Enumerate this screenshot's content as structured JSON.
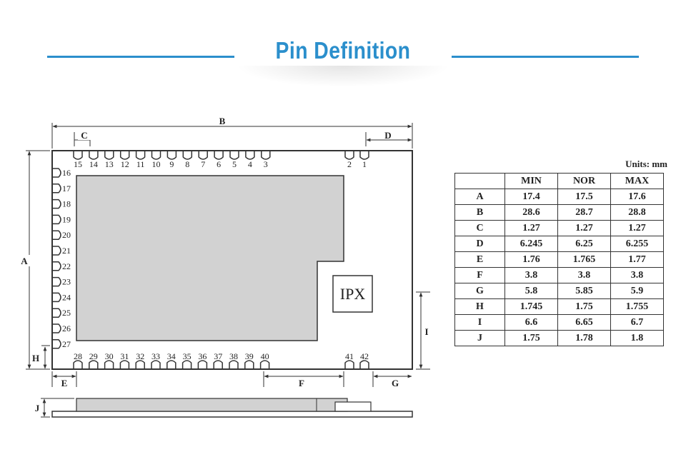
{
  "title": "Pin Definition",
  "units_label": "Units: mm",
  "dimension_labels": [
    "A",
    "B",
    "C",
    "D",
    "E",
    "F",
    "G",
    "H",
    "I",
    "J"
  ],
  "module_label": "IPX",
  "pins": {
    "top": [
      "15",
      "14",
      "13",
      "12",
      "11",
      "10",
      "9",
      "8",
      "7",
      "6",
      "5",
      "4",
      "3"
    ],
    "top_right": [
      "2",
      "1"
    ],
    "left": [
      "16",
      "17",
      "18",
      "19",
      "20",
      "21",
      "22",
      "23",
      "24",
      "25",
      "26",
      "27"
    ],
    "bottom": [
      "28",
      "29",
      "30",
      "31",
      "32",
      "33",
      "34",
      "35",
      "36",
      "37",
      "38",
      "39",
      "40"
    ],
    "bottom_right": [
      "41",
      "42"
    ]
  },
  "spec_table": {
    "headers": [
      "",
      "MIN",
      "NOR",
      "MAX"
    ],
    "rows": [
      [
        "A",
        "17.4",
        "17.5",
        "17.6"
      ],
      [
        "B",
        "28.6",
        "28.7",
        "28.8"
      ],
      [
        "C",
        "1.27",
        "1.27",
        "1.27"
      ],
      [
        "D",
        "6.245",
        "6.25",
        "6.255"
      ],
      [
        "E",
        "1.76",
        "1.765",
        "1.77"
      ],
      [
        "F",
        "3.8",
        "3.8",
        "3.8"
      ],
      [
        "G",
        "5.8",
        "5.85",
        "5.9"
      ],
      [
        "H",
        "1.745",
        "1.75",
        "1.755"
      ],
      [
        "I",
        "6.6",
        "6.65",
        "6.7"
      ],
      [
        "J",
        "1.75",
        "1.78",
        "1.8"
      ]
    ]
  }
}
